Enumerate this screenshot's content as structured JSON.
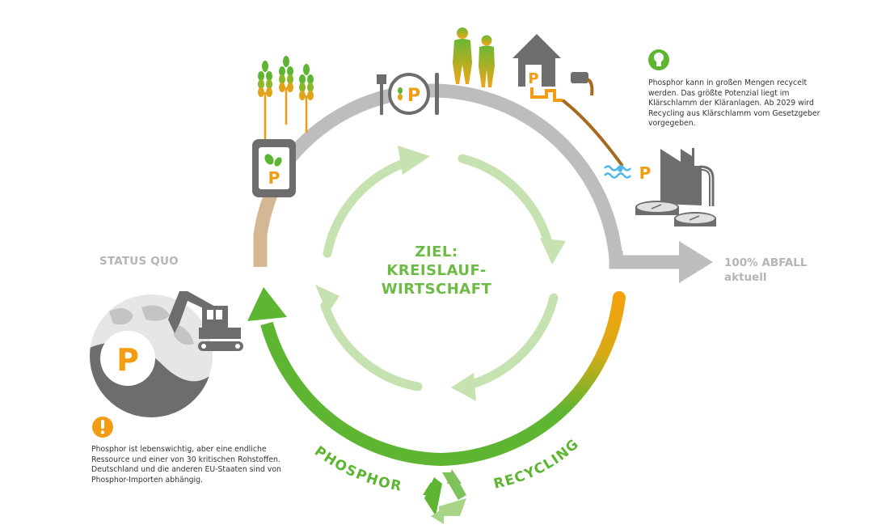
{
  "diagram": {
    "center_title": [
      "ZIEL:",
      "KREISLAUF-",
      "WIRTSCHAFT"
    ],
    "status_quo_label": "STATUS QUO",
    "waste_label": [
      "100% ABFALL",
      "aktuell"
    ],
    "recycling_label": {
      "left": "PHOSPHOR",
      "right": "RECYCLING"
    },
    "info_note": {
      "icon": "lightbulb-icon",
      "text": "Phosphor kann in großen Mengen recycelt werden. Das größte Potenzial liegt im Klärschlamm der Kläranlagen. Ab 2029 wird Recycling aus Klärschlamm vom Gesetzgeber vorgegeben."
    },
    "warning_note": {
      "icon": "exclamation-icon",
      "text": "Phosphor ist lebenswichtig, aber eine endliche Ressource und einer von 30 kritischen Rohstoffen. Deutschland und die anderen EU-Staaten sind von Phosphor-Importen abhängig."
    },
    "stations": [
      {
        "name": "mining",
        "icon": "globe-excavator-icon",
        "badge": "P"
      },
      {
        "name": "fertilizer",
        "icon": "fertilizer-sack-icon",
        "badge": "P"
      },
      {
        "name": "crops",
        "icon": "wheat-icon"
      },
      {
        "name": "food",
        "icon": "plate-icon",
        "badge": "P"
      },
      {
        "name": "people",
        "icon": "people-icon"
      },
      {
        "name": "household",
        "icon": "house-icon",
        "badge": "P"
      },
      {
        "name": "wastewater",
        "icon": "water-icon",
        "badge": "P"
      },
      {
        "name": "treatment-plant",
        "icon": "treatment-plant-icon"
      }
    ],
    "colors": {
      "green": "#5db531",
      "light_green": "#c7e2b1",
      "gray": "#bdbdbd",
      "dark_gray": "#6d6d6d",
      "orange": "#f39c12",
      "tan": "#d4b894",
      "brown": "#a46a22",
      "water_blue": "#4fb7e8"
    }
  }
}
